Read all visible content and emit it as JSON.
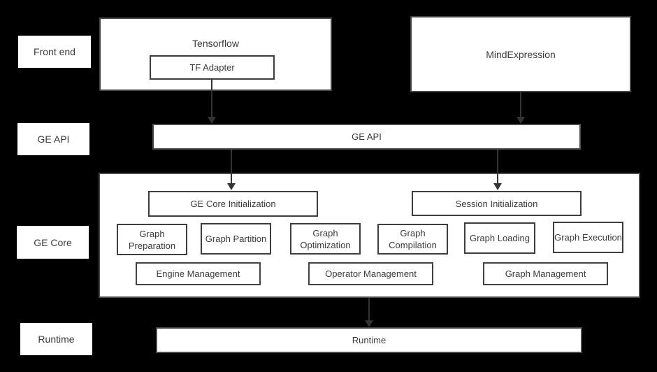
{
  "side_labels": {
    "front_end": "Front end",
    "ge_api": "GE API",
    "ge_core": "GE Core",
    "runtime": "Runtime"
  },
  "front_end": {
    "tensorflow_title": "Tensorflow",
    "tf_adapter": "TF Adapter",
    "mind_expression": "MindExpression"
  },
  "ge_api_bar": {
    "label": "GE API"
  },
  "ge_core": {
    "ge_core_initialization": "GE Core Initialization",
    "session_initialization": "Session Initialization",
    "stages": [
      "Graph Preparation",
      "Graph Partition",
      "Graph Optimization",
      "Graph Compilation",
      "Graph Loading",
      "Graph Execution"
    ],
    "management": [
      "Engine Management",
      "Operator Management",
      "Graph Management"
    ]
  },
  "runtime_bar": {
    "label": "Runtime"
  },
  "arrows": [
    {
      "from": "TF Adapter",
      "to": "GE API"
    },
    {
      "from": "MindExpression",
      "to": "GE API"
    },
    {
      "from": "GE API",
      "to": "GE Core Initialization"
    },
    {
      "from": "GE API",
      "to": "Session Initialization"
    },
    {
      "from": "GE Core",
      "to": "Runtime"
    }
  ],
  "colors": {
    "background": "#000000",
    "box_fill": "#ffffff",
    "border": "#454545",
    "text": "#3b3b3b",
    "arrow": "#333333"
  }
}
